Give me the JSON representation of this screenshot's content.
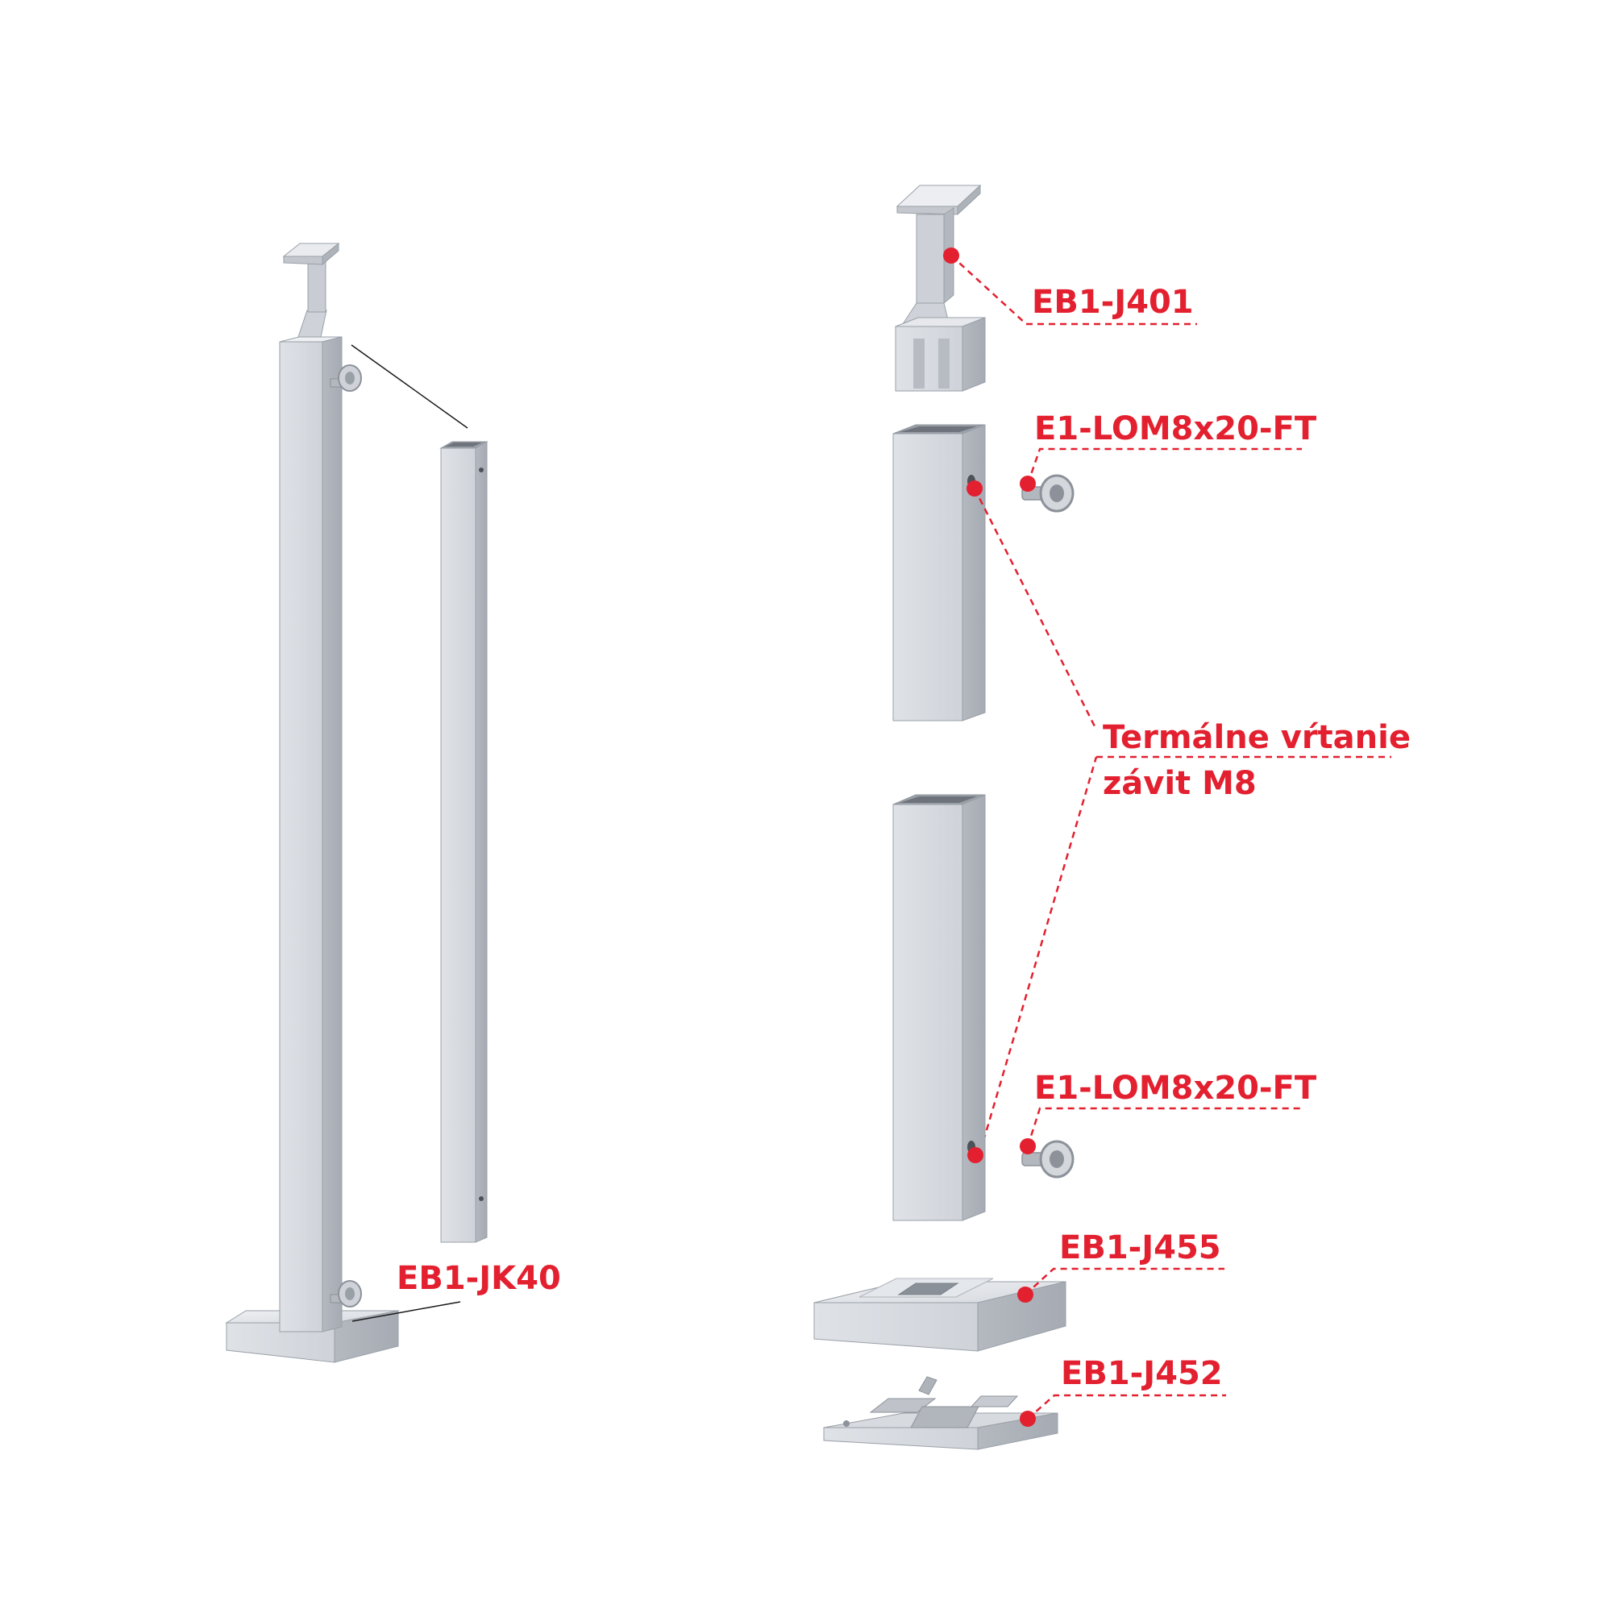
{
  "colors": {
    "accent": "#e3202f",
    "metal_light": "#e0e3e8",
    "metal_mid": "#c9cdd3",
    "metal_dark": "#a9aeb6",
    "metal_edge": "#8d929a",
    "leader_black": "#1a1a1a"
  },
  "labels": {
    "handrail_support": "EB1-J401",
    "eye_bolt_top": "E1-LOM8x20-FT",
    "thermal_drilling_line1": "Termálne vŕtanie",
    "thermal_drilling_line2": "závit M8",
    "eye_bolt_bottom": "E1-LOM8x20-FT",
    "base_cover": "EB1-J455",
    "base_plate": "EB1-J452",
    "post_tube": "EB1-JK40"
  }
}
